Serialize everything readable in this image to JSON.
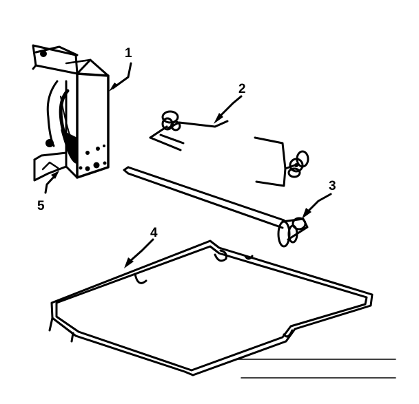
{
  "diagram": {
    "callouts": [
      {
        "id": "1",
        "text": "1"
      },
      {
        "id": "2",
        "text": "2"
      },
      {
        "id": "3",
        "text": "3"
      },
      {
        "id": "4",
        "text": "4"
      },
      {
        "id": "5",
        "text": "5"
      }
    ],
    "parts": [
      "rotisserie-motor",
      "spit-fork",
      "spit-rod",
      "wire-rack",
      "motor-bracket"
    ],
    "colors": {
      "ink": "#000000",
      "background": "#ffffff"
    }
  }
}
